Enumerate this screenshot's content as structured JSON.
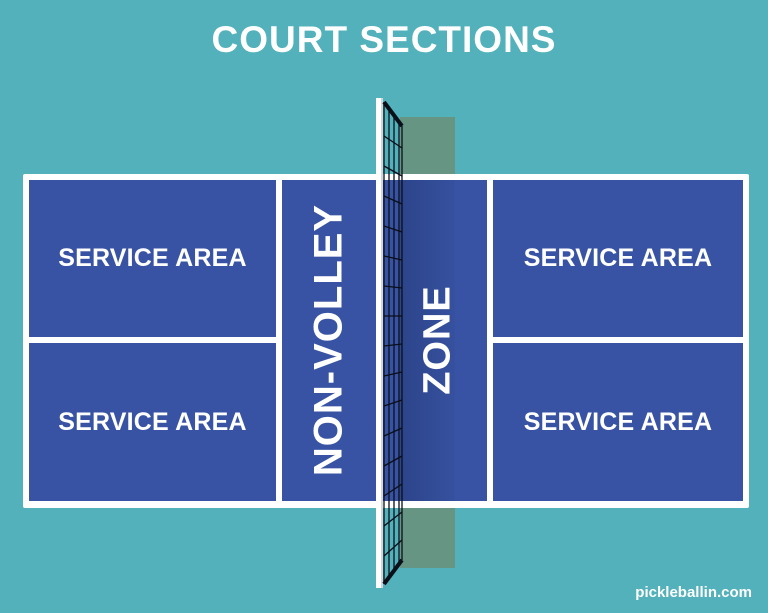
{
  "title": "COURT SECTIONS",
  "colors": {
    "background": "#52b1ba",
    "court": "#3853a3",
    "lines": "#ffffff",
    "net_shadow": "#6e8c6e"
  },
  "court": {
    "left_side": {
      "top_service_area": "SERVICE AREA",
      "bottom_service_area": "SERVICE AREA"
    },
    "right_side": {
      "top_service_area": "SERVICE AREA",
      "bottom_service_area": "SERVICE AREA"
    },
    "non_volley_zone": {
      "left_label": "NON-VOLLEY",
      "right_label": "ZONE"
    },
    "net": "net-icon"
  },
  "footer": {
    "site": "pickleballin.com"
  }
}
